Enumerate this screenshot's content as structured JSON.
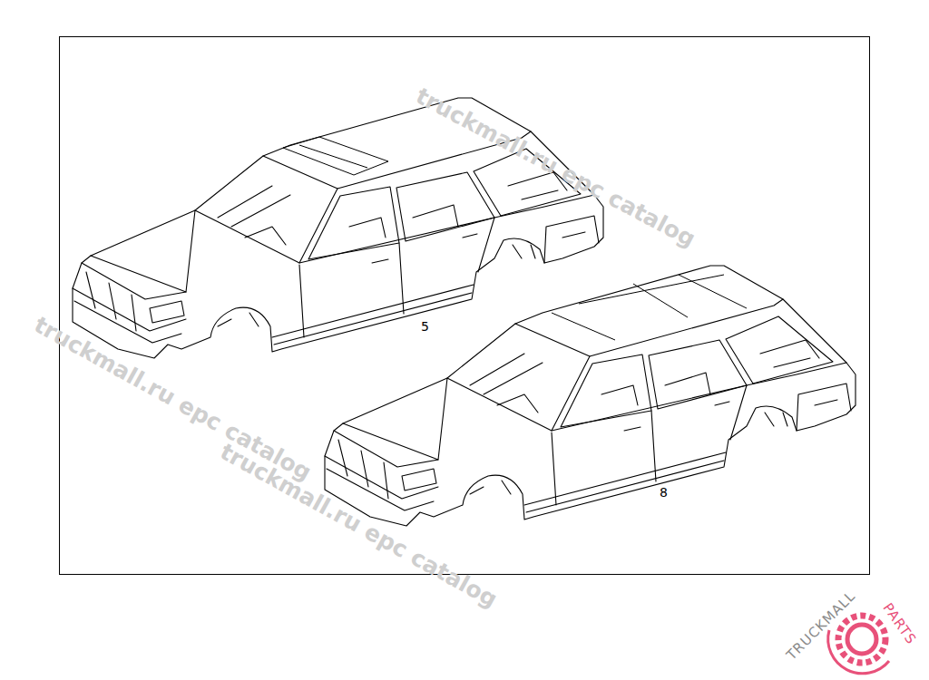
{
  "diagram": {
    "labels": [
      "5",
      "8",
      "truckmall.ru epc catalog",
      "truckmall.ru epc catalog",
      "truckmall.ru epc catalog",
      "TRUCKMALL",
      "PARTS"
    ]
  }
}
